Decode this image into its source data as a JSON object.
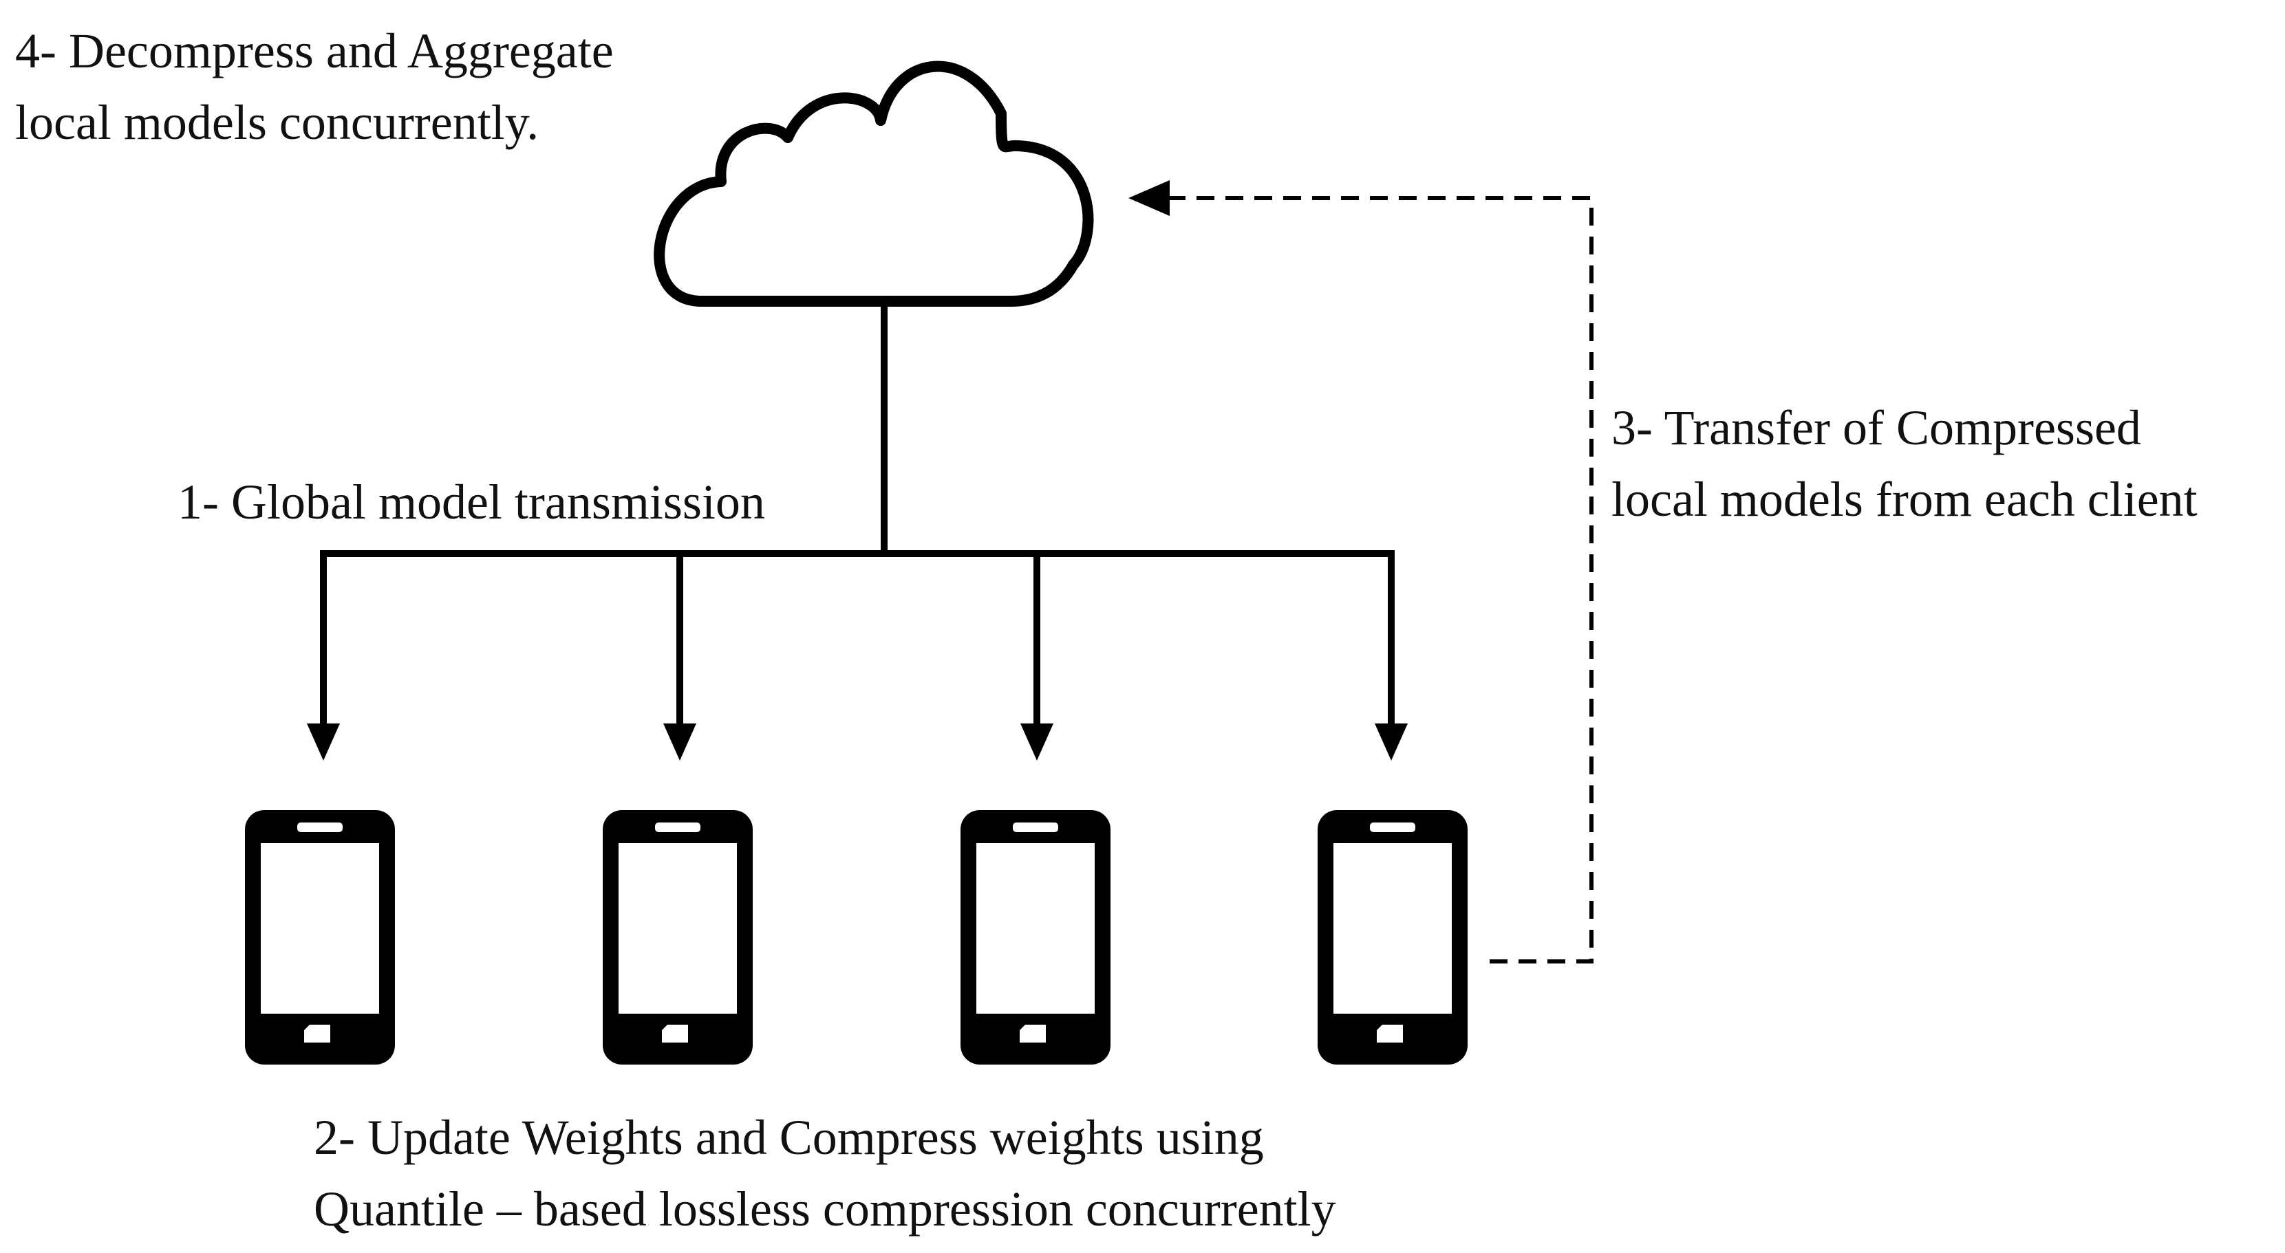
{
  "labels": {
    "step4": {
      "line1": "4- Decompress and Aggregate",
      "line2": "local models concurrently."
    },
    "step1": {
      "line1": "1- Global model transmission"
    },
    "step3": {
      "line1": "3- Transfer of Compressed",
      "line2": "local models from each client"
    },
    "step2": {
      "line1": "2- Update Weights and Compress weights using",
      "line2": "Quantile – based lossless compression concurrently"
    }
  },
  "nodes": {
    "server": {
      "icon": "cloud-icon"
    },
    "clients": [
      {
        "icon": "smartphone-icon"
      },
      {
        "icon": "smartphone-icon"
      },
      {
        "icon": "smartphone-icon"
      },
      {
        "icon": "smartphone-icon"
      }
    ]
  },
  "colors": {
    "stroke": "#000000",
    "text": "#111111",
    "background": "#ffffff"
  }
}
